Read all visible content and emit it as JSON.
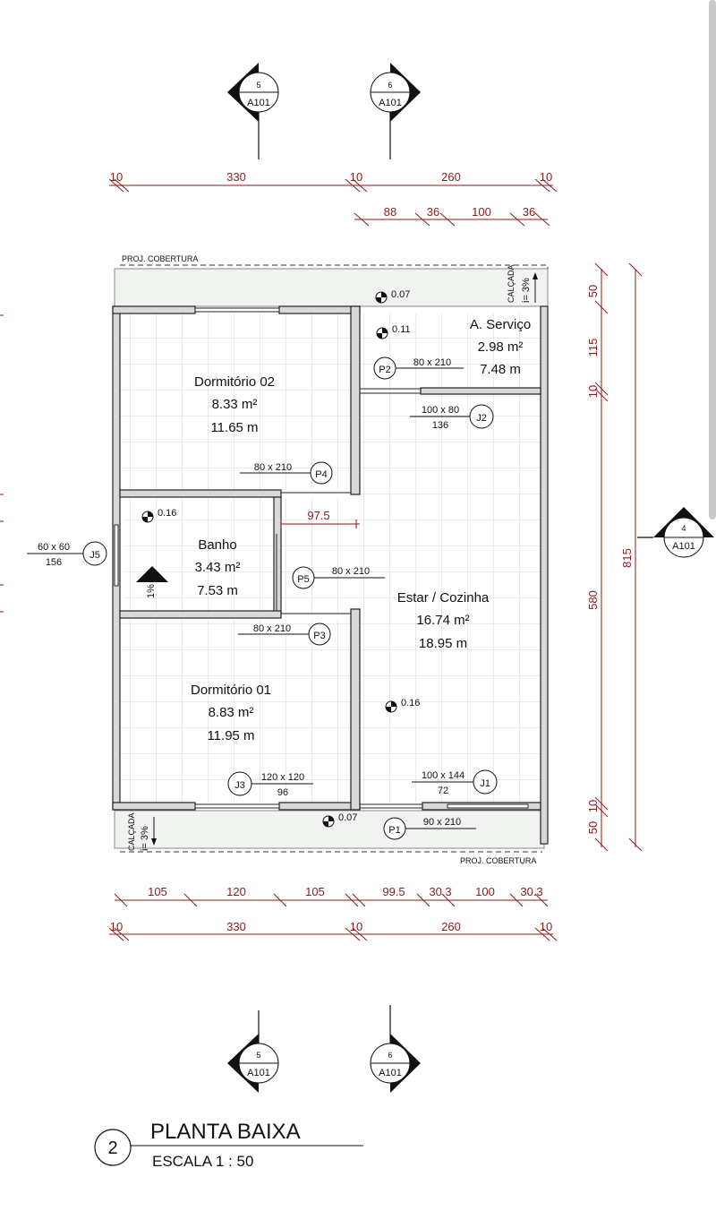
{
  "top_dims_1": [
    "10",
    "330",
    "10",
    "260",
    "10"
  ],
  "top_dims_2": [
    "88",
    "36",
    "100",
    "36"
  ],
  "bottom_dims_1": [
    "105",
    "120",
    "105",
    "99.5",
    "30.3",
    "100",
    "30.3"
  ],
  "bottom_dims_2": [
    "10",
    "330",
    "10",
    "260",
    "10"
  ],
  "right_dims": [
    "50",
    "115",
    "10",
    "580",
    "10",
    "50"
  ],
  "right_total": "815",
  "section_markers": [
    {
      "num": "5",
      "sheet": "A101"
    },
    {
      "num": "6",
      "sheet": "A101"
    },
    {
      "num": "4",
      "sheet": "A101"
    },
    {
      "num": "5",
      "sheet": "A101"
    },
    {
      "num": "6",
      "sheet": "A101"
    }
  ],
  "proj_cobertura_top": "PROJ. COBERTURA",
  "proj_cobertura_bottom": "PROJ. COBERTURA",
  "calcada_top": "CALÇADA",
  "calcada_top_slope": "i= 3%",
  "calcada_bottom": "CALÇADA",
  "calcada_bottom_slope": "i= 3%",
  "rooms": [
    {
      "name": "Dormitório 02",
      "area": "8.33 m²",
      "perimeter": "11.65 m"
    },
    {
      "name": "A. Serviço",
      "area": "2.98 m²",
      "perimeter": "7.48 m"
    },
    {
      "name": "Banho",
      "area": "3.43 m²",
      "perimeter": "7.53 m"
    },
    {
      "name": "Estar / Cozinha",
      "area": "16.74 m²",
      "perimeter": "18.95 m"
    },
    {
      "name": "Dormitório 01",
      "area": "8.83 m²",
      "perimeter": "11.95 m"
    }
  ],
  "levels": [
    "0.07",
    "0.11",
    "0.16",
    "0.16",
    "0.07"
  ],
  "doors": [
    {
      "id": "P1",
      "size": "90 x 210"
    },
    {
      "id": "P2",
      "size": "80 x 210"
    },
    {
      "id": "P3",
      "size": "80 x 210"
    },
    {
      "id": "P4",
      "size": "80 x 210"
    },
    {
      "id": "P5",
      "size": "80 x 210"
    }
  ],
  "windows": [
    {
      "id": "J1",
      "size": "100 x 144",
      "sill": "72"
    },
    {
      "id": "J2",
      "size": "100 x 80",
      "sill": "136"
    },
    {
      "id": "J3",
      "size": "120 x 120",
      "sill": "96"
    },
    {
      "id": "J5",
      "size": "60 x 60",
      "sill": "156"
    }
  ],
  "corridor_dim": "97.5",
  "bath_slope": "1%",
  "title": {
    "number": "2",
    "name": "PLANTA BAIXA",
    "scale": "ESCALA  1 : 50"
  }
}
